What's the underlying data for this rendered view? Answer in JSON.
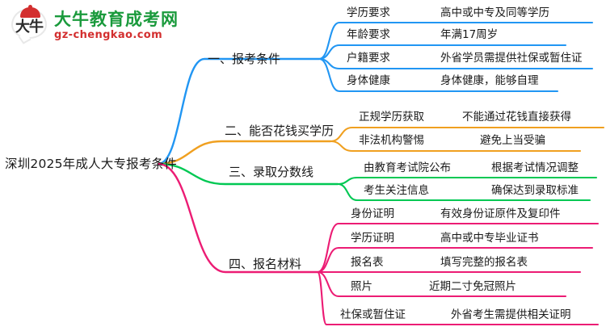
{
  "logo": {
    "mark_char": "大牛",
    "title": "大牛教育成考网",
    "subtitle": "gz-chengkao.com",
    "title_color": "#1a9a3c",
    "subtitle_color": "#d32f2f",
    "cap_color": "#d32f2f"
  },
  "mindmap": {
    "root": "深圳2025年成人大专报考条件",
    "colors": {
      "branch1": "#2196f3",
      "branch2": "#f0a020",
      "branch3": "#00c853",
      "branch4": "#ec1c74"
    },
    "branches": [
      {
        "label": "一、报考条件",
        "color": "#2196f3",
        "children": [
          {
            "label": "学历要求",
            "detail": "高中或中专及同等学历"
          },
          {
            "label": "年龄要求",
            "detail": "年满17周岁"
          },
          {
            "label": "户籍要求",
            "detail": "外省学员需提供社保或暂住证"
          },
          {
            "label": "身体健康",
            "detail": "身体健康，能够自理"
          }
        ]
      },
      {
        "label": "二、能否花钱买学历",
        "color": "#f0a020",
        "children": [
          {
            "label": "正规学历获取",
            "detail": "不能通过花钱直接获得"
          },
          {
            "label": "非法机构警惕",
            "detail": "避免上当受骗"
          }
        ]
      },
      {
        "label": "三、录取分数线",
        "color": "#00c853",
        "children": [
          {
            "label": "由教育考试院公布",
            "detail": "根据考试情况调整"
          },
          {
            "label": "考生关注信息",
            "detail": "确保达到录取标准"
          }
        ]
      },
      {
        "label": "四、报名材料",
        "color": "#ec1c74",
        "children": [
          {
            "label": "身份证明",
            "detail": "有效身份证原件及复印件"
          },
          {
            "label": "学历证明",
            "detail": "高中或中专毕业证书"
          },
          {
            "label": "报名表",
            "detail": "填写完整的报名表"
          },
          {
            "label": "照片",
            "detail": "近期二寸免冠照片"
          },
          {
            "label": "社保或暂住证",
            "detail": "外省考生需提供相关证明"
          }
        ]
      }
    ]
  }
}
